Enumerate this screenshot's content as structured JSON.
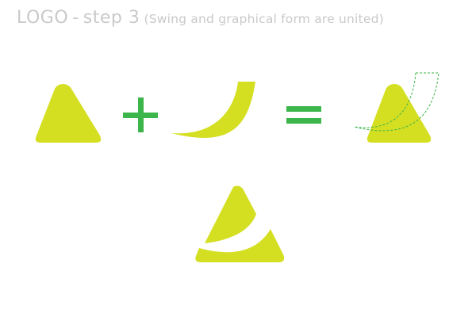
{
  "heading": {
    "title": "LOGO",
    "separator": "-",
    "step": "step 3",
    "subtitle": "(Swing and graphical form are united)"
  },
  "colors": {
    "brand": "#d5df22",
    "operator": "#3cb54a",
    "heading_text": "#c9c9c9",
    "guide": "#3cb54a"
  },
  "operators": {
    "plus": "+",
    "equals": "="
  },
  "icons": {
    "triangle": "triangle-shape",
    "swing": "swing-shape",
    "combined": "triangle-with-swing-guide",
    "final": "final-logo-mark"
  }
}
